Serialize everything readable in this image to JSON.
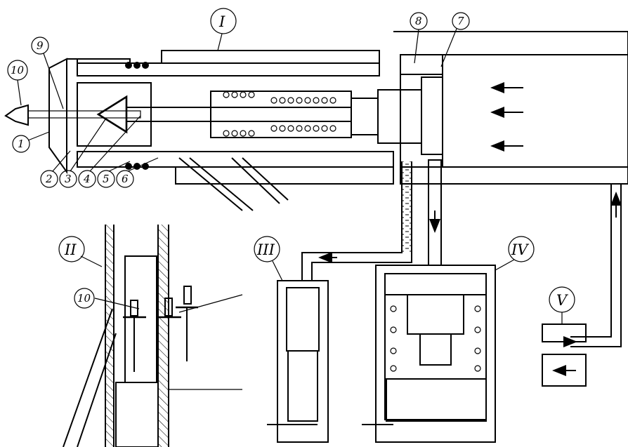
{
  "diagram": {
    "part_labels": [
      "1",
      "2",
      "3",
      "4",
      "5",
      "6",
      "7",
      "8",
      "9",
      "10"
    ],
    "view_labels": [
      "I",
      "II",
      "III",
      "IV",
      "V"
    ],
    "detail_label_10": "10"
  },
  "colors": {
    "ink": "#000000",
    "background": "#ffffff"
  }
}
